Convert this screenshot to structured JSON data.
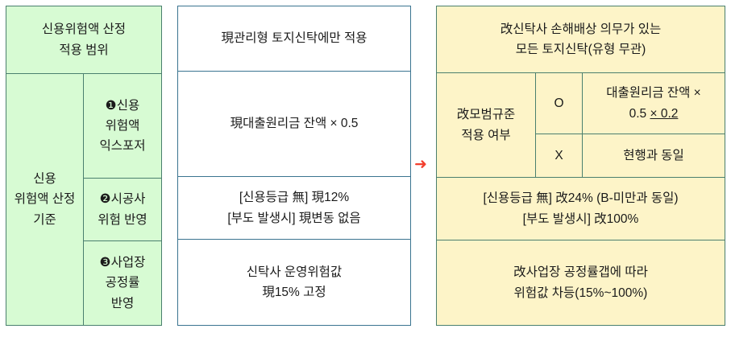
{
  "colors": {
    "green_fill": "#d7fbd3",
    "green_border": "#4a7f6e",
    "white_fill": "#ffffff",
    "blue_border": "#3a7490",
    "yellow_fill": "#fdf4c8",
    "arrow": "#f2402e",
    "text": "#1a1a1a"
  },
  "scope_panel": {
    "header": {
      "line1": "신용위험액 산정",
      "line2": "적용 범위"
    },
    "criteria_label": {
      "line1": "신용",
      "line2": "위험액 산정",
      "line3": "기준"
    },
    "criteria_items": [
      {
        "marker": "❶",
        "line1": "신용",
        "line2": "위험액",
        "line3": "익스포저"
      },
      {
        "marker": "❷",
        "line1": "시공사",
        "line2": "위험 반영",
        "line3": ""
      },
      {
        "marker": "❸",
        "line1": "사업장",
        "line2": "공정률",
        "line3": "반영"
      }
    ]
  },
  "current_panel": {
    "rows": [
      {
        "line1": "現관리형 토지신탁에만 적용",
        "line2": ""
      },
      {
        "line1": "現대출원리금 잔액 × 0.5",
        "line2": ""
      },
      {
        "line1": "[신용등급 無] 現12%",
        "line2": "[부도 발생시] 現변동 없음"
      },
      {
        "line1": "신탁사 운영위험값",
        "line2": "現15% 고정"
      }
    ]
  },
  "arrow": {
    "glyph": "➜",
    "name": "right-arrow"
  },
  "revised_panel": {
    "scope": {
      "line1": "改신탁사 손해배상 의무가 있는",
      "line2": "모든 토지신탁(유형 무관)"
    },
    "standard_label": {
      "line1": "改모범규준",
      "line2": "적용 여부"
    },
    "standard_rows": [
      {
        "mark": "O",
        "value_line1": "대출원리금 잔액 ×",
        "value_line2_prefix": "0.5 ",
        "value_line2_underlined": "× 0.2"
      },
      {
        "mark": "X",
        "value_line1": "현행과 동일",
        "value_line2_prefix": "",
        "value_line2_underlined": ""
      }
    ],
    "contractor_risk": {
      "line1": "[신용등급 無] 改24% (B-미만과 동일)",
      "line2": "[부도 발생시] 改100%"
    },
    "progress_risk": {
      "line1": "改사업장 공정률갭에 따라",
      "line2": "위험값 차등(15%~100%)"
    }
  }
}
